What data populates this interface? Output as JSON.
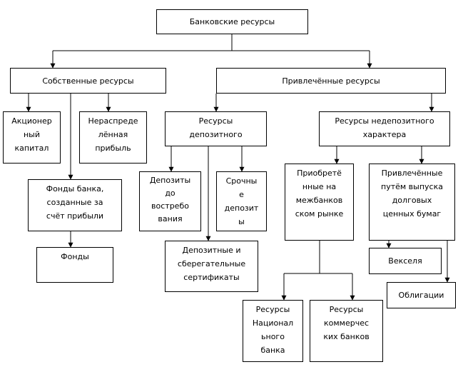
{
  "diagram": {
    "root": "Банковские ресурсы",
    "own": "Собственные ресурсы",
    "attracted": "Привлечённые ресурсы",
    "share_capital": "Акционер\nный\nкапитал",
    "retained_profit": "Нераспреде\nлённая\nприбыль",
    "bank_funds": "Фонды банка,\nсозданные за\nсчёт прибыли",
    "funds": "Фонды",
    "deposit_resources": "Ресурсы\nдепозитного",
    "nondeposit_resources": "Ресурсы недепозитного\nхарактера",
    "demand_deposits": "Депозиты\nдо\nвостребо\nвания",
    "term_deposits": "Срочны\nе\nдепозит\nы",
    "certificates": "Депозитные и\nсберегательные\nсертификаты",
    "interbank": "Приобретё\nнные на\nмежбанков\nском рынке",
    "debt_securities": "Привлечённые\nпутём выпуска\nдолговых\nценных бумаг",
    "bills": "Векселя",
    "bonds": "Облигации",
    "national_bank": "Ресурсы\nНационал\nьного\nбанка",
    "commercial_banks": "Ресурсы\nкоммерчес\nких банков"
  }
}
